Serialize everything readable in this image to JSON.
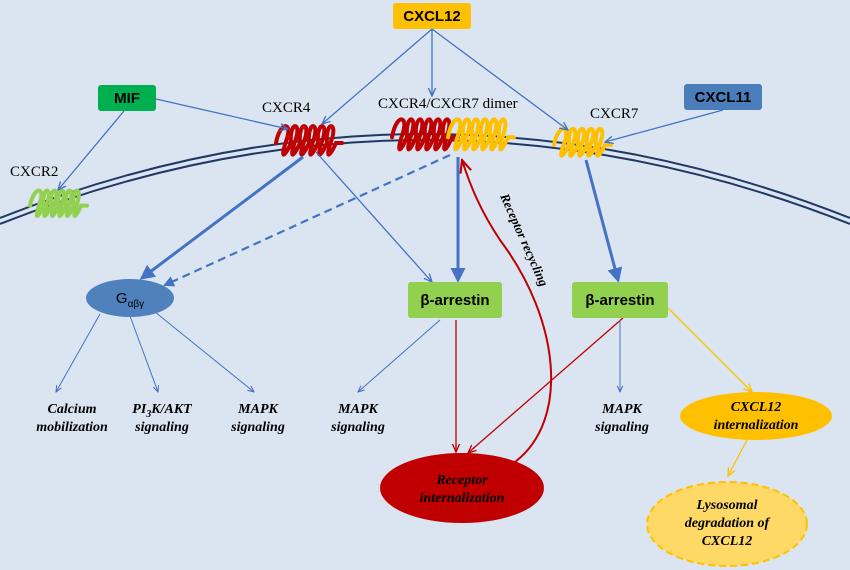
{
  "ligands": {
    "cxcl12": "CXCL12",
    "mif": "MIF",
    "cxcl11": "CXCL11"
  },
  "receptors": {
    "cxcr2": "CXCR2",
    "cxcr4": "CXCR4",
    "dimer": "CXCR4/CXCR7 dimer",
    "cxcr7": "CXCR7"
  },
  "effectors": {
    "gprotein_base": "G",
    "gprotein_sub": "αβγ",
    "barrestin_left": "β-arrestin",
    "barrestin_right": "β-arrestin"
  },
  "outputs": {
    "calcium_1": "Calcium",
    "calcium_2": "mobilization",
    "pi3k_pi": "PI",
    "pi3k_sub": "3",
    "pi3k_rest": "K/AKT",
    "pi3k_2": "signaling",
    "mapk_g_1": "MAPK",
    "mapk_g_2": "signaling",
    "mapk_b1_1": "MAPK",
    "mapk_b1_2": "signaling",
    "mapk_b2_1": "MAPK",
    "mapk_b2_2": "signaling",
    "internalization_1": "Receptor",
    "internalization_2": "internalization",
    "cxcl12_int_1": "CXCL12",
    "cxcl12_int_2": "internalization",
    "lyso_1": "Lysosomal",
    "lyso_2": "degradation of",
    "lyso_3": "CXCL12"
  },
  "annotations": {
    "recycling": "Receptor recycling"
  },
  "colors": {
    "background": "#dbe5f1",
    "membrane": "#1f3864",
    "arrow_blue": "#4472c4",
    "arrow_red": "#c00000",
    "arrow_yellow": "#ffc000",
    "cxcl12_fill": "#ffc000",
    "mif_fill": "#00b050",
    "cxcl11_fill": "#4a7ebb",
    "barrestin_fill": "#92d050",
    "gprotein_fill": "#4f81bd",
    "internalization_fill": "#c00000",
    "cxcl12_int_fill": "#ffc000",
    "lyso_fill": "#ffd966",
    "cxcr4_color": "#c00000",
    "cxcr7_color": "#ffc000",
    "cxcr2_color": "#92d050"
  }
}
